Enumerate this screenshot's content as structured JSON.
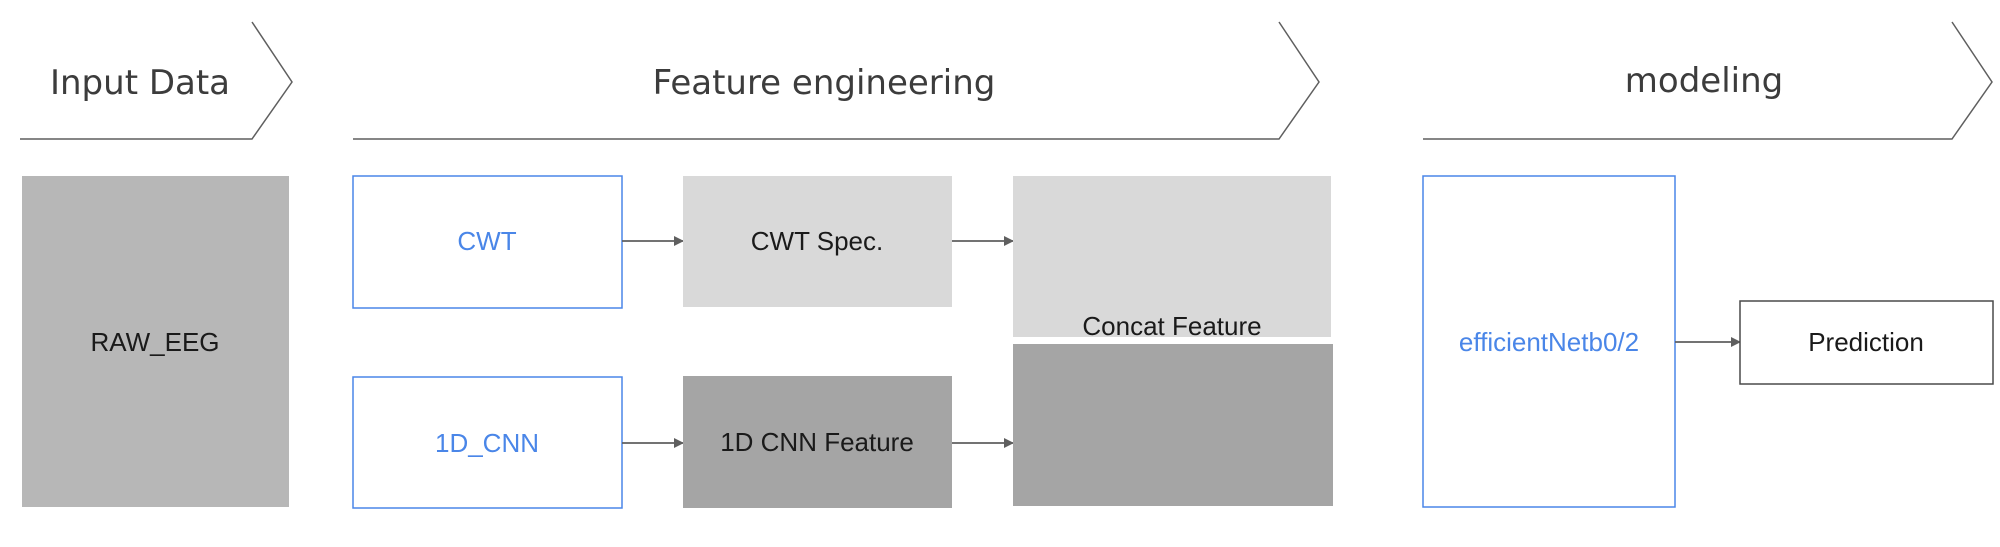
{
  "colors": {
    "accent_blue": "#4a86e8",
    "box_gray_dark": "#b7b7b7",
    "box_gray_light": "#d9d9d9",
    "box_gray_medium": "#a5a5a5",
    "line": "#5f5f5f",
    "text": "#1a1a1a"
  },
  "stages": {
    "input": "Input Data",
    "features": "Feature engineering",
    "modeling": "modeling"
  },
  "boxes": {
    "raw_eeg": "RAW_EEG",
    "cwt": "CWT",
    "cwt_spec": "CWT Spec.",
    "cnn_1d": "1D_CNN",
    "cnn_feature": "1D CNN Feature",
    "concat": "Concat Feature",
    "model": "efficientNetb0/2",
    "prediction": "Prediction"
  }
}
